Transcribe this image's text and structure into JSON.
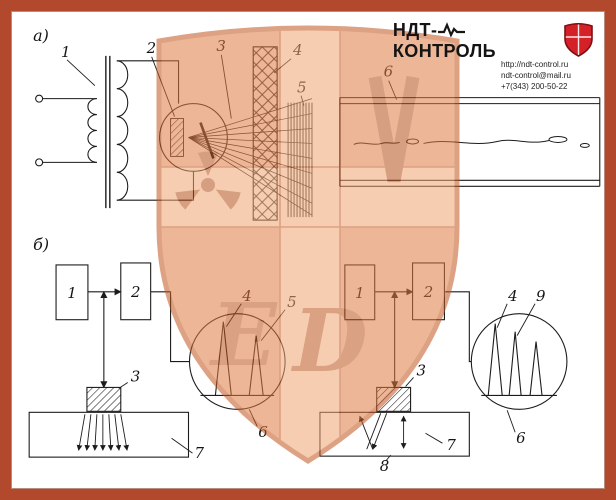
{
  "colors": {
    "frame": "#b3492c",
    "watermark_orange": "#e07b42",
    "watermark_band": "#f0a671",
    "brand_red": "#d42127",
    "ink": "#1c1c1c"
  },
  "brand": {
    "name_line1": "НДТ-",
    "name_line2": "КОНТРОЛЬ",
    "website": "http://ndt-control.ru",
    "email": "ndt-control@mail.ru",
    "phone": "+7(343) 200-50-22"
  },
  "watermark": {
    "letter_e": "Е",
    "letter_d": "D"
  },
  "figure": {
    "section_a": "а)",
    "section_b": "б)",
    "a": {
      "c1": "1",
      "c2": "2",
      "c3": "3",
      "c4": "4",
      "c5": "5",
      "c6": "6"
    },
    "b_left": {
      "box1": "1",
      "box2": "2",
      "c3": "3",
      "c4": "4",
      "c5": "5",
      "c6": "6",
      "c7": "7"
    },
    "b_right": {
      "box1": "1",
      "box2": "2",
      "c3": "3",
      "c4": "4",
      "c9": "9",
      "c6": "6",
      "c7": "7",
      "c8": "8"
    }
  }
}
